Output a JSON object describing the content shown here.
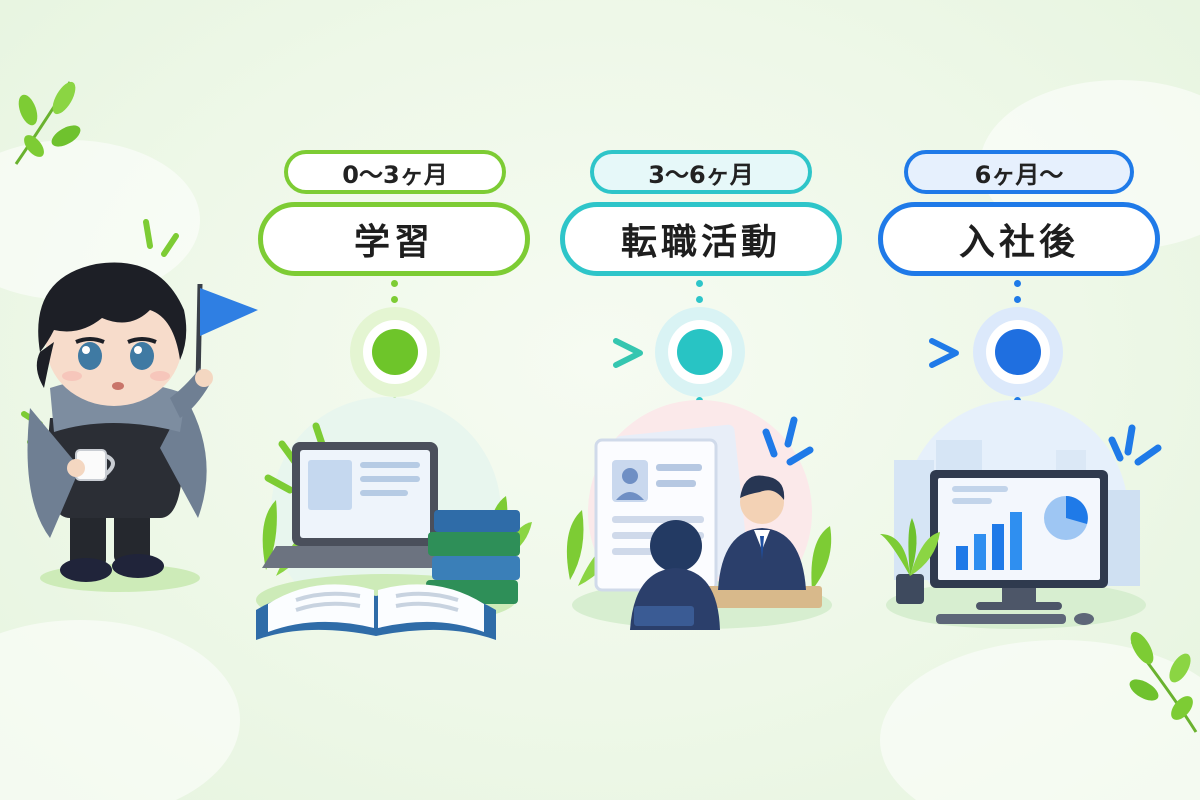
{
  "stages": [
    {
      "period": "0〜3ヶ月",
      "title": "学習",
      "color": "#7dcc34",
      "tint": "#eef9e0"
    },
    {
      "period": "3〜6ヶ月",
      "title": "転職活動",
      "color": "#2ec5c9",
      "tint": "#e2f7f8"
    },
    {
      "period": "6ヶ月〜",
      "title": "入社後",
      "color": "#1f7ae8",
      "tint": "#e3effd"
    }
  ],
  "icons": {
    "stage1": "laptop-and-books-icon",
    "stage2": "job-interview-icon",
    "stage3": "analytics-monitor-icon",
    "character": "chibi-character-with-flag-and-mug"
  }
}
